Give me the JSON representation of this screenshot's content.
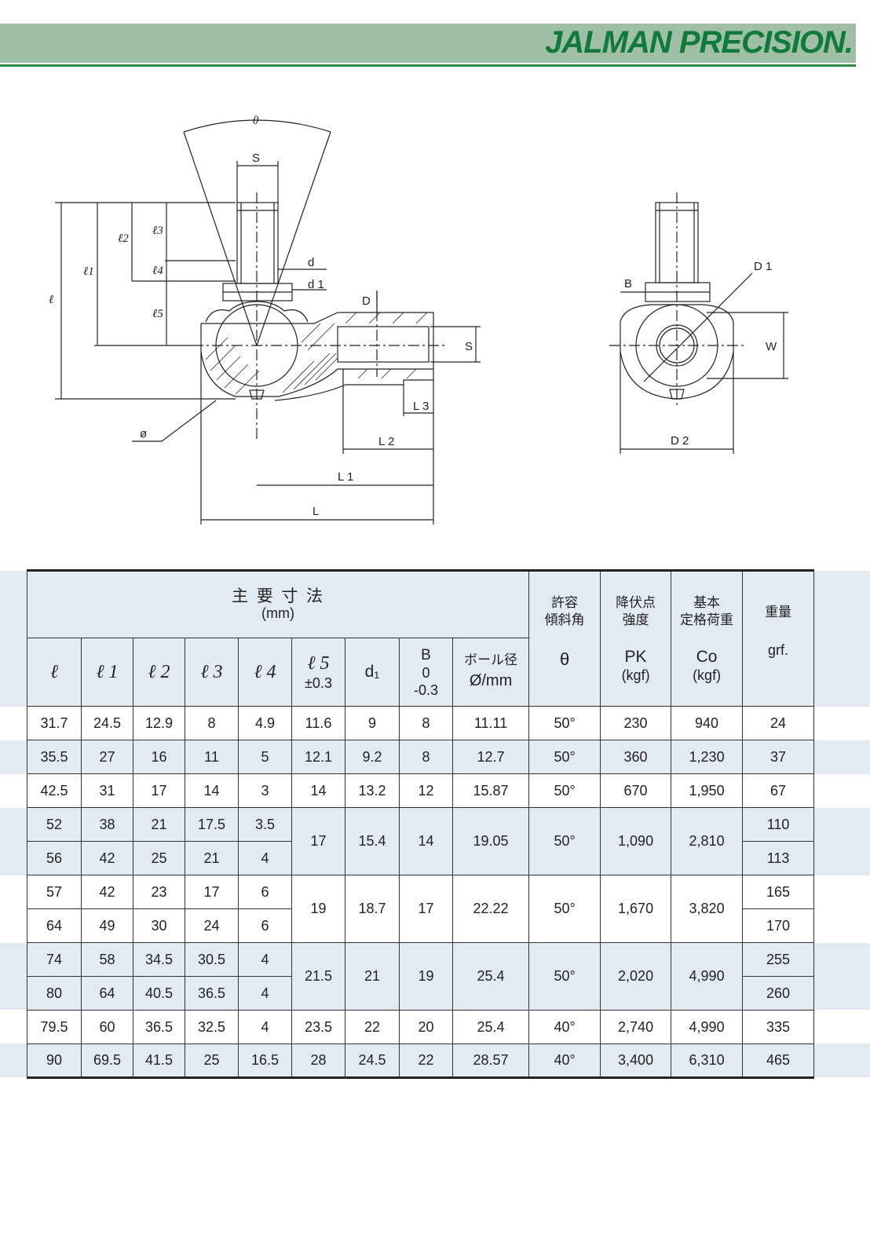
{
  "header": {
    "brand": "JALMAN PRECISION."
  },
  "drawing": {
    "side_view_labels": {
      "theta": "θ",
      "S_top": "S",
      "d": "d",
      "d1": "d 1",
      "D": "D",
      "S_right": "S",
      "l": "ℓ",
      "l1": "ℓ1",
      "l2": "ℓ2",
      "l3": "ℓ3",
      "l4": "ℓ4",
      "l5": "ℓ5",
      "phi": "ø",
      "L3": "L 3",
      "L2": "L 2",
      "L1": "L 1",
      "L": "L"
    },
    "front_view_labels": {
      "D1": "D 1",
      "B": "B",
      "W": "W",
      "D2": "D 2"
    }
  },
  "table": {
    "group_title": "主 要 寸 法",
    "group_unit": "(mm)",
    "col_theta_jp": [
      "許容",
      "傾斜角"
    ],
    "col_pk_jp": [
      "降伏点",
      "強度"
    ],
    "col_co_jp": [
      "基本",
      "定格荷重"
    ],
    "col_weight_jp": "重量",
    "headers": {
      "l": "ℓ",
      "l1": "ℓ 1",
      "l2": "ℓ 2",
      "l3": "ℓ 3",
      "l4": "ℓ 4",
      "l5": "ℓ 5",
      "l5_tol": "±0.3",
      "d1": "d₁",
      "B": "B",
      "B_tol_upper": "0",
      "B_tol_lower": "-0.3",
      "ball_jp": "ボール径",
      "ball_unit": "Ø/mm",
      "theta": "θ",
      "pk": "PK",
      "pk_unit": "(kgf)",
      "co": "Co",
      "co_unit": "(kgf)",
      "weight": "grf."
    },
    "rows": [
      {
        "l": "31.7",
        "l1": "24.5",
        "l2": "12.9",
        "l3": "8",
        "l4": "4.9",
        "l5": "11.6",
        "d1": "9",
        "B": "8",
        "ball": "11.11",
        "theta": "50°",
        "pk": "230",
        "co": "940",
        "w": "24"
      },
      {
        "l": "35.5",
        "l1": "27",
        "l2": "16",
        "l3": "11",
        "l4": "5",
        "l5": "12.1",
        "d1": "9.2",
        "B": "8",
        "ball": "12.7",
        "theta": "50°",
        "pk": "360",
        "co": "1,230",
        "w": "37"
      },
      {
        "l": "42.5",
        "l1": "31",
        "l2": "17",
        "l3": "14",
        "l4": "3",
        "l5": "14",
        "d1": "13.2",
        "B": "12",
        "ball": "15.87",
        "theta": "50°",
        "pk": "670",
        "co": "1,950",
        "w": "67"
      },
      {
        "l": "52",
        "l1": "38",
        "l2": "21",
        "l3": "17.5",
        "l4": "3.5",
        "l5": "17",
        "d1": "15.4",
        "B": "14",
        "ball": "19.05",
        "theta": "50°",
        "pk": "1,090",
        "co": "2,810",
        "w": "110"
      },
      {
        "l": "56",
        "l1": "42",
        "l2": "25",
        "l3": "21",
        "l4": "4",
        "w": "113"
      },
      {
        "l": "57",
        "l1": "42",
        "l2": "23",
        "l3": "17",
        "l4": "6",
        "l5": "19",
        "d1": "18.7",
        "B": "17",
        "ball": "22.22",
        "theta": "50°",
        "pk": "1,670",
        "co": "3,820",
        "w": "165"
      },
      {
        "l": "64",
        "l1": "49",
        "l2": "30",
        "l3": "24",
        "l4": "6",
        "w": "170"
      },
      {
        "l": "74",
        "l1": "58",
        "l2": "34.5",
        "l3": "30.5",
        "l4": "4",
        "l5": "21.5",
        "d1": "21",
        "B": "19",
        "ball": "25.4",
        "theta": "50°",
        "pk": "2,020",
        "co": "4,990",
        "w": "255"
      },
      {
        "l": "80",
        "l1": "64",
        "l2": "40.5",
        "l3": "36.5",
        "l4": "4",
        "w": "260"
      },
      {
        "l": "79.5",
        "l1": "60",
        "l2": "36.5",
        "l3": "32.5",
        "l4": "4",
        "l5": "23.5",
        "d1": "22",
        "B": "20",
        "ball": "25.4",
        "theta": "40°",
        "pk": "2,740",
        "co": "4,990",
        "w": "335"
      },
      {
        "l": "90",
        "l1": "69.5",
        "l2": "41.5",
        "l3": "25",
        "l4": "16.5",
        "l5": "28",
        "d1": "24.5",
        "B": "22",
        "ball": "28.57",
        "theta": "40°",
        "pk": "3,400",
        "co": "6,310",
        "w": "465"
      }
    ]
  },
  "colors": {
    "header_band": "#9fc0a6",
    "brand_green": "#0f7a3a",
    "table_shade": "#e2eaf4"
  }
}
